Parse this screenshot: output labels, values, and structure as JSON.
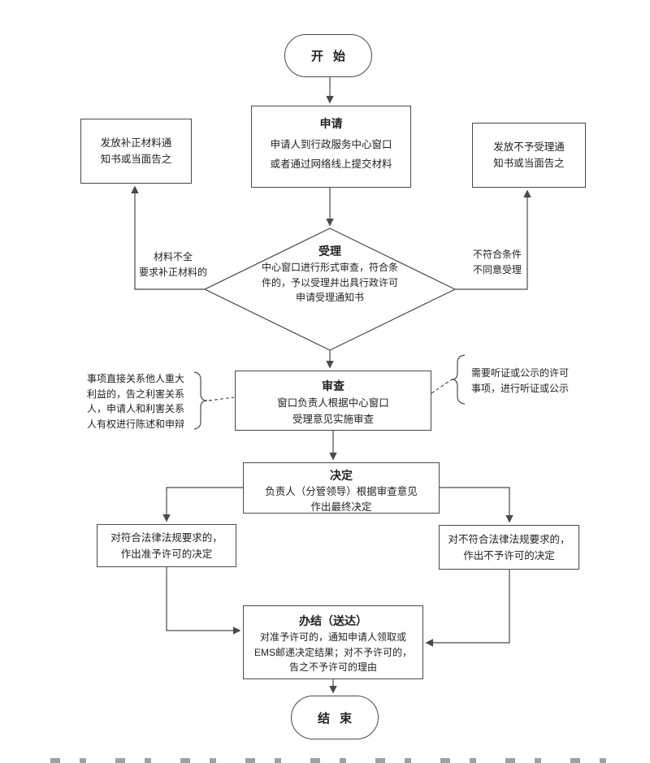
{
  "colors": {
    "line": "#4a4a4a",
    "text": "#222222",
    "background": "#ffffff"
  },
  "flowchart": {
    "start": {
      "label": "开始"
    },
    "apply": {
      "title": "申请",
      "body": "申请人到行政服务中心窗口\n或者通过网络线上提交材料"
    },
    "correction_notice": {
      "text": "发放补正材料通\n知书或当面告之"
    },
    "rejection_notice": {
      "text": "发放不予受理通\n知书或当面告之"
    },
    "accept": {
      "title": "受理",
      "body": "中心窗口进行形式审查，符合条\n件的，予以受理并出具行政许可\n申请受理通知书"
    },
    "branch_labels": {
      "left": "材料不全\n要求补正材料的",
      "right": "不符合条件\n不同意受理"
    },
    "review": {
      "title": "审查",
      "body": "窗口负责人根据中心窗口\n受理意见实施审查"
    },
    "notes": {
      "left": "事项直接关系他人重大\n利益的，告之利害关系\n人，申请人和利害关系\n人有权进行陈述和申辩",
      "right": "需要听证或公示的许可\n事项，进行听证或公示"
    },
    "decide": {
      "title": "决定",
      "body": "负责人（分管领导）根据审查意见\n作出最终决定"
    },
    "approve": {
      "text": "对符合法律法规要求的，\n作出准予许可的决定"
    },
    "deny": {
      "text": "对不符合法律法规要求的，\n作出不予许可的决定"
    },
    "complete": {
      "title": "办结（送达）",
      "body": "对准予许可的，通知申请人领取或\nEMS邮递决定结果；对不予许可的，\n告之不予许可的理由"
    },
    "end": {
      "label": "结束"
    }
  }
}
